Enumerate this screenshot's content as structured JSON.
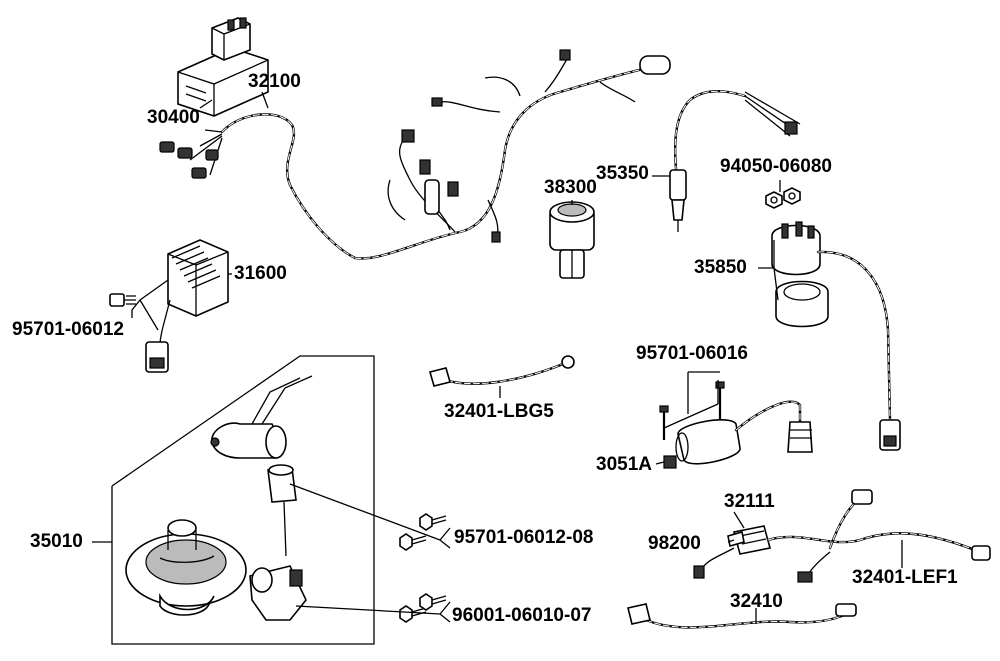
{
  "labels": {
    "p30400": "30400",
    "p32100": "32100",
    "p31600": "31600",
    "p95701_06012": "95701-06012",
    "p38300": "38300",
    "p35350": "35350",
    "p94050_06080": "94050-06080",
    "p35850": "35850",
    "p32401_lbg5": "32401-LBG5",
    "p95701_06016": "95701-06016",
    "p3051a": "3051A",
    "p35010": "35010",
    "p95701_06012_08": "95701-06012-08",
    "p32111": "32111",
    "p98200": "98200",
    "p32401_lef1": "32401-LEF1",
    "p32410": "32410",
    "p96001_06010_07": "96001-06010-07"
  }
}
